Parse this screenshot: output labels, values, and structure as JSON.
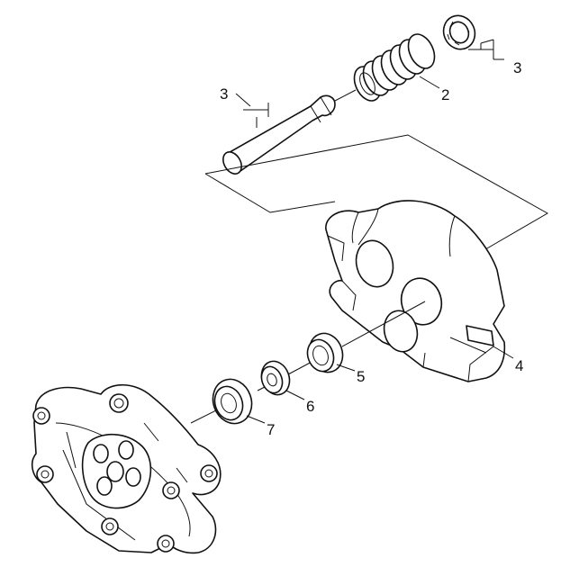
{
  "callouts": {
    "spring_clip": "3",
    "spring": "2",
    "pin": "3",
    "housing": "4",
    "seal_large": "5",
    "washer": "6",
    "seal_small": "7"
  }
}
